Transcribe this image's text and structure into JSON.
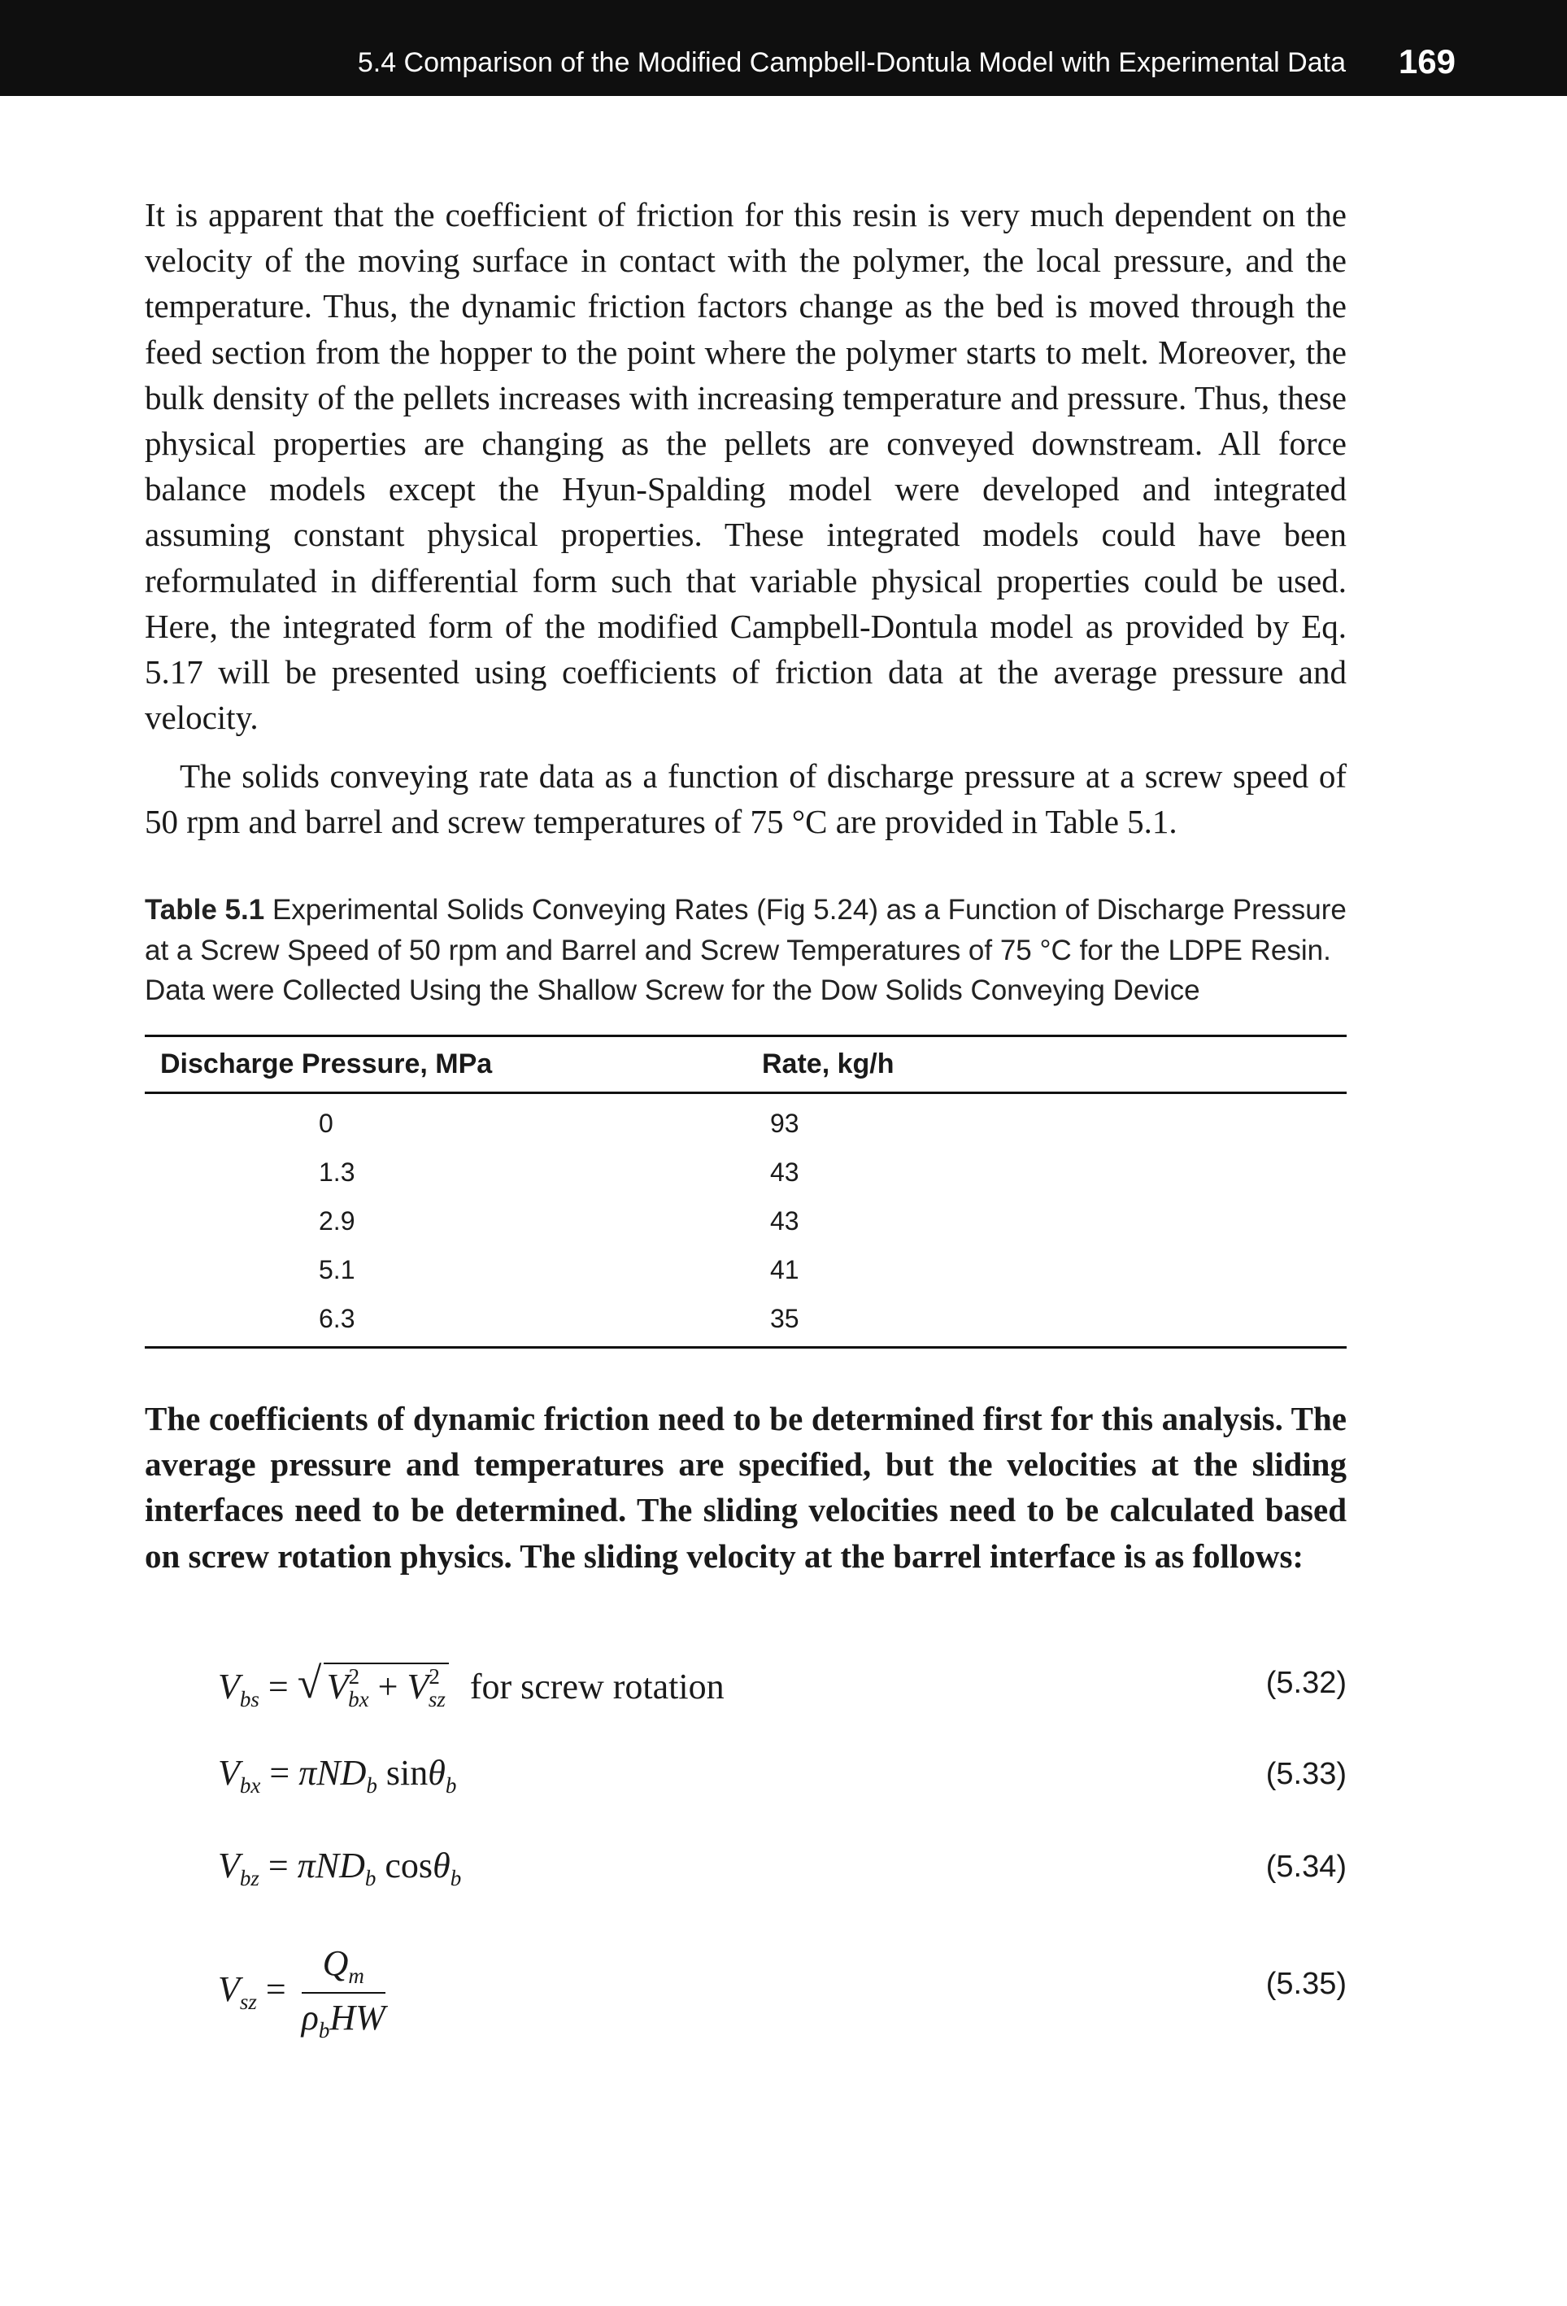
{
  "header": {
    "title": "5.4 Comparison of the Modified Campbell-Dontula Model with Experimental Data",
    "page_number": "169"
  },
  "paragraphs": {
    "p1": "It is apparent that the coefficient of friction for this resin is very much dependent on the velocity of the moving surface in contact with the polymer, the local pressure, and the temperature. Thus, the dynamic friction factors change as the bed is moved through the feed section from the hopper to the point where the polymer starts to melt. Moreover, the bulk density of the pellets increases with increasing temperature and pressure. Thus, these physical properties are changing as the pellets are conveyed downstream. All force balance models except the Hyun-Spalding model were developed and integrated assuming constant physical properties. These integrated models could have been reformulated in differential form such that variable physical properties could be used. Here, the integrated form of the modified Campbell-Dontula model as provided by Eq. 5.17 will be presented using coefficients of friction data at the average pressure and velocity.",
    "p2": "The solids conveying rate data as a function of discharge pressure at a screw speed of 50 rpm and barrel and screw temperatures of 75 °C are provided in Table 5.1.",
    "p3": "The coefficients of dynamic friction need to be determined first for this analysis. The average pressure and temperatures are specified, but the velocities at the sliding interfaces need to be determined. The sliding velocities need to be calculated based on screw rotation physics. The sliding velocity at the barrel interface is as follows:"
  },
  "table": {
    "caption_label": "Table 5.1",
    "caption_text": "Experimental Solids Conveying Rates (Fig 5.24) as a Function of Discharge Pressure at a Screw Speed of 50 rpm and Barrel and Screw Temperatures of 75 °C for the LDPE Resin. Data were Collected Using the Shallow Screw for the Dow Solids Conveying Device",
    "headers": [
      "Discharge Pressure, MPa",
      "Rate, kg/h"
    ],
    "rows": [
      [
        "0",
        "93"
      ],
      [
        "1.3",
        "43"
      ],
      [
        "2.9",
        "43"
      ],
      [
        "5.1",
        "41"
      ],
      [
        "6.3",
        "35"
      ]
    ]
  },
  "equations": [
    {
      "number": "(5.32)",
      "note": "for screw rotation"
    },
    {
      "number": "(5.33)"
    },
    {
      "number": "(5.34)"
    },
    {
      "number": "(5.35)"
    }
  ]
}
